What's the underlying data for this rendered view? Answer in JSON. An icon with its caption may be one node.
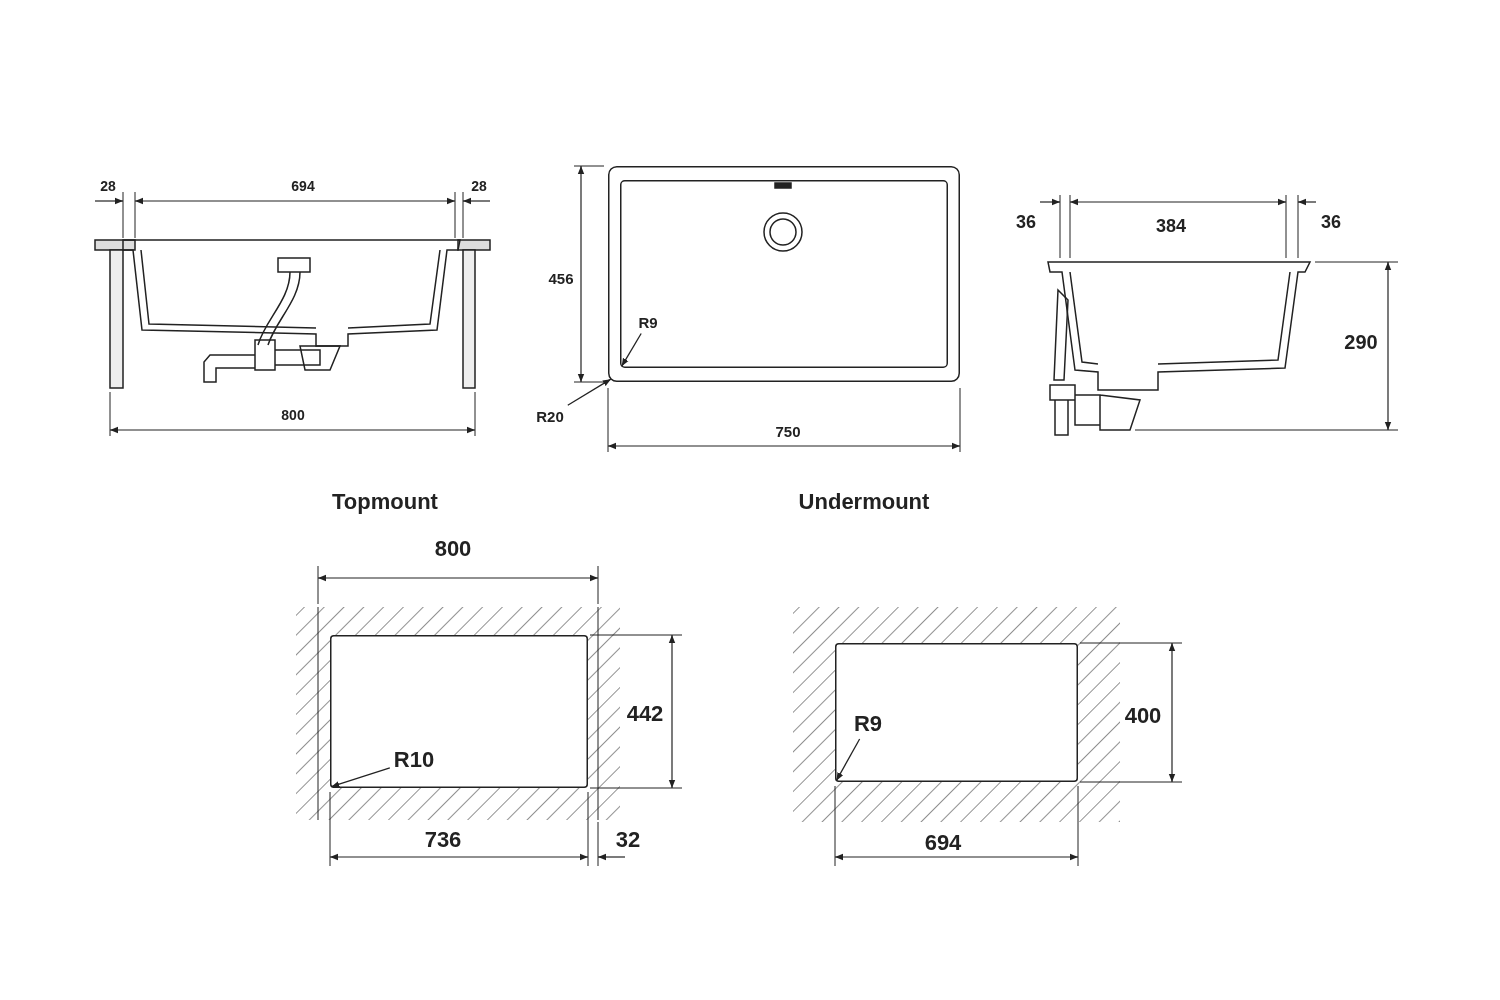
{
  "diagram": {
    "nodes": [
      {
        "text": [],
        "shape": "box"
      },
      {
        "text": [],
        "shape": "box",
        "in": 0
      },
      {
        "text": [
          "R9"
        ],
        "in": 1
      },
      {
        "text": [
          "R20"
        ]
      },
      {
        "text": [],
        "shape": "box"
      },
      {
        "text": [
          "R10"
        ],
        "in": 4
      },
      {
        "text": [],
        "shape": "box"
      },
      {
        "text": [
          "R9"
        ],
        "in": 6
      }
    ],
    "edges": [
      {
        "from": 2,
        "to": 1,
        "arrow": "to"
      },
      {
        "from": 3,
        "to": 0,
        "arrow": "to"
      },
      {
        "from": 5,
        "to": 4,
        "arrow": "to"
      },
      {
        "from": 7,
        "to": 6,
        "arrow": "to"
      }
    ],
    "labels": [
      "28",
      "694",
      "28",
      "456",
      "36",
      "384",
      "36",
      "290",
      "800",
      "750",
      "Topmount",
      "Undermount",
      "800",
      "442",
      "400",
      "736",
      "32",
      "694"
    ]
  }
}
